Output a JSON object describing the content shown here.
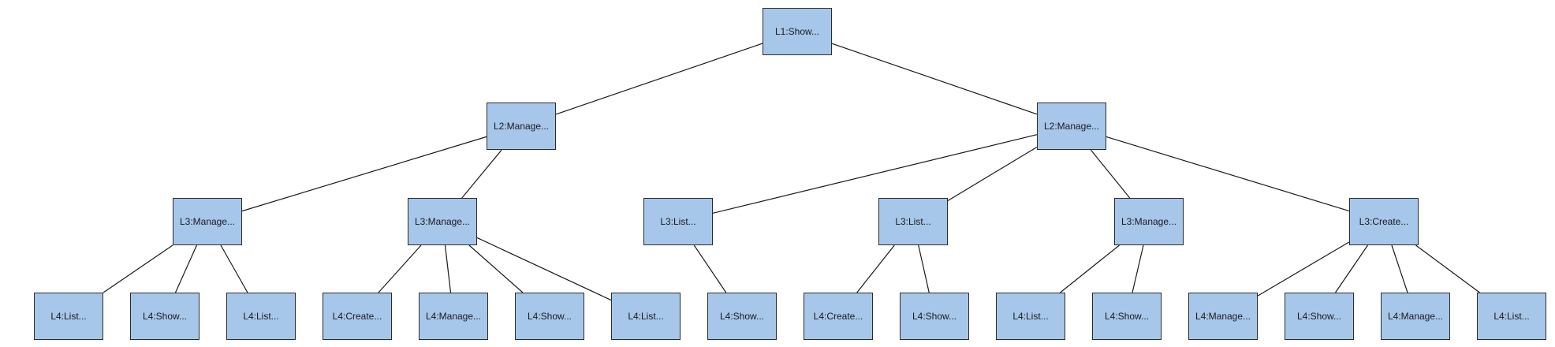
{
  "colors": {
    "node_fill": "#a7c7ea",
    "node_border": "#2b2b2b",
    "edge": "#1a1a1a"
  },
  "tree": {
    "label": "L1:Show...",
    "children": [
      {
        "label": "L2:Manage...",
        "children": [
          {
            "label": "L3:Manage...",
            "children": [
              {
                "label": "L4:List..."
              },
              {
                "label": "L4:Show..."
              },
              {
                "label": "L4:List..."
              }
            ]
          },
          {
            "label": "L3:Manage...",
            "children": [
              {
                "label": "L4:Create..."
              },
              {
                "label": "L4:Manage..."
              },
              {
                "label": "L4:Show..."
              },
              {
                "label": "L4:List..."
              }
            ]
          }
        ]
      },
      {
        "label": "L2:Manage...",
        "children": [
          {
            "label": "L3:List...",
            "children": [
              {
                "label": "L4:Show..."
              }
            ]
          },
          {
            "label": "L3:List...",
            "children": [
              {
                "label": "L4:Create..."
              },
              {
                "label": "L4:Show..."
              }
            ]
          },
          {
            "label": "L3:Manage...",
            "children": [
              {
                "label": "L4:List..."
              },
              {
                "label": "L4:Show..."
              }
            ]
          },
          {
            "label": "L3:Create...",
            "children": [
              {
                "label": "L4:Manage..."
              },
              {
                "label": "L4:Show..."
              },
              {
                "label": "L4:Manage..."
              },
              {
                "label": "L4:List..."
              }
            ]
          }
        ]
      }
    ]
  }
}
